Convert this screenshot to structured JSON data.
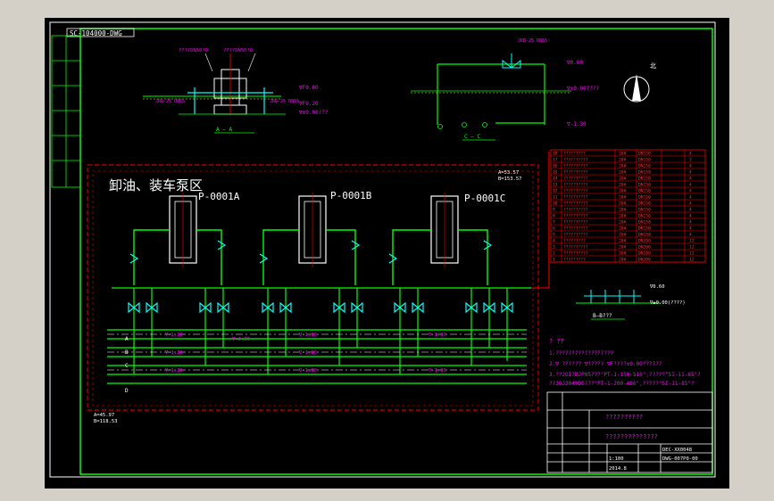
{
  "drawing": {
    "file_tag": "SC-104000-DWG",
    "area_title": "卸油、装车泵区",
    "pumps": [
      {
        "tag": "P-0001A"
      },
      {
        "tag": "P-0001B"
      },
      {
        "tag": "P-0001C"
      }
    ],
    "section_aa": {
      "label": "A — A",
      "top_notes": [
        "????DN50?0",
        "????DN50?0"
      ],
      "side_note_left": "JRD-25 DN65",
      "side_note_right": "JRD-25 DN65",
      "elev_1": "∇F0.60",
      "elev_2": "∇F0.20",
      "elev_3": "∇±0.00???"
    },
    "section_cc": {
      "label": "C — C",
      "valve_note": "JRD-25 DN65",
      "elev_1": "∇0.60",
      "elev_2": "∇±0.00????",
      "elev_3": "∇-1.30"
    },
    "north_label": "北",
    "section_bb": {
      "label": "B—B???",
      "note_1": "∇0.60",
      "note_2": "∇±0.00(????)"
    },
    "coords": {
      "top_right": [
        "A=53.57",
        "B=153.57"
      ],
      "bottom_left": [
        "A=45.97",
        "B=118.53"
      ]
    },
    "elev_labels": [
      "∇-1.30",
      "∇-1.30",
      "∇-1.30",
      "∇-1.30",
      "∇-1.30",
      "∇-1.30",
      "∇-1.30",
      "∇-1.30",
      "∇-1.30"
    ],
    "line_labels": [
      "A",
      "B",
      "C",
      "D"
    ],
    "notes": {
      "heading": "?  ??",
      "lines": [
        "1.??????????????????",
        "2.∇ ?????? ∇?????  ∇F????±0.00??????",
        "3.??JOI?DJP05???\"PT-1-150-516\",?????\"SI-11-85\"?",
        "  ??JOJ2049D6???\"PT-1-200-486\",?????\"SI-11-85\"?"
      ]
    },
    "parts_table": {
      "rows": [
        {
          "no": "18",
          "name": "?????????",
          "spec": "20#",
          "size": "DN150",
          "qty": "4"
        },
        {
          "no": "17",
          "name": "??????????",
          "spec": "20#",
          "size": "DN150",
          "qty": "3"
        },
        {
          "no": "16",
          "name": "??????????",
          "spec": "20#",
          "size": "DN150",
          "qty": "4"
        },
        {
          "no": "15",
          "name": "??????????",
          "spec": "20#",
          "size": "DN150",
          "qty": "4"
        },
        {
          "no": "14",
          "name": "??????????",
          "spec": "20#",
          "size": "DN150",
          "qty": "4"
        },
        {
          "no": "13",
          "name": "??????????",
          "spec": "20#",
          "size": "DN150",
          "qty": "4"
        },
        {
          "no": "12",
          "name": "??????????",
          "spec": "20#",
          "size": "DN150",
          "qty": "4"
        },
        {
          "no": "11",
          "name": "??????????",
          "spec": "20#",
          "size": "DN150",
          "qty": "4"
        },
        {
          "no": "10",
          "name": "??????????",
          "spec": "20#",
          "size": "DN150",
          "qty": "4"
        },
        {
          "no": "9",
          "name": "??????????",
          "spec": "20#",
          "size": "DN150",
          "qty": "4"
        },
        {
          "no": "8",
          "name": "??????????",
          "spec": "20#",
          "size": "DN150",
          "qty": "4"
        },
        {
          "no": "7",
          "name": "??????????",
          "spec": "20#",
          "size": "DN150",
          "qty": "4"
        },
        {
          "no": "6",
          "name": "??????????",
          "spec": "20#",
          "size": "DN150",
          "qty": "4"
        },
        {
          "no": "5",
          "name": "??????????",
          "spec": "20#",
          "size": "DN150",
          "qty": "4"
        },
        {
          "no": "4",
          "name": "?????????",
          "spec": "20#",
          "size": "DN200",
          "qty": "12"
        },
        {
          "no": "3",
          "name": "??????????",
          "spec": "20#",
          "size": "DN200",
          "qty": "12"
        },
        {
          "no": "2",
          "name": "??????????",
          "spec": "20#",
          "size": "DN200",
          "qty": "12"
        },
        {
          "no": "1",
          "name": "?????????",
          "spec": "20#",
          "size": "DN200",
          "qty": "12"
        }
      ]
    },
    "title_block": {
      "project": "??????????",
      "drawing_name": "??????????????",
      "drawing_no_1": "DEC-XX0048",
      "drawing_no_2": "DWG-007P0-00",
      "scale": "1:100",
      "date": "2014.8"
    }
  }
}
